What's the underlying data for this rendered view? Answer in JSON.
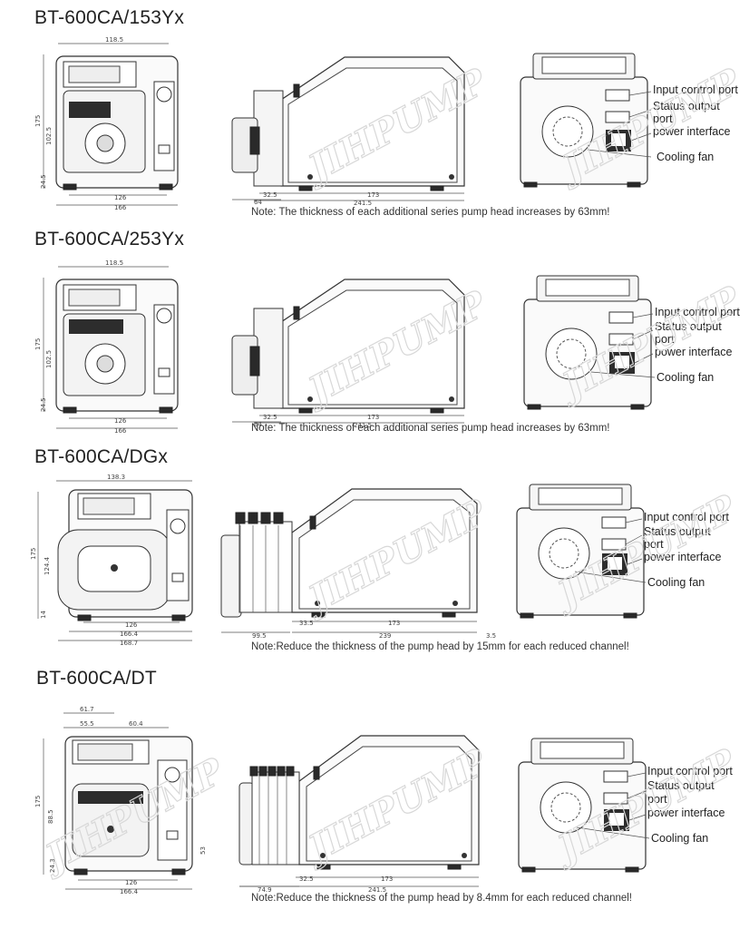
{
  "sections": [
    {
      "title": "BT-600CA/153Yx",
      "note": "Note: The thickness of each additional series pump head increases by 63mm!",
      "front_dims": {
        "top_width": "118.5",
        "height": "175",
        "inner_height": "102.5",
        "base": "24.5",
        "bottom1": "126",
        "bottom2": "166"
      },
      "side_dims": {
        "d1": "64",
        "d2": "32.5",
        "d3": "173",
        "d4": "241.5"
      },
      "ports": [
        "Input control port",
        "Status output",
        "port",
        "power interface",
        "Cooling fan"
      ]
    },
    {
      "title": "BT-600CA/253Yx",
      "note": "Note: The thickness of each additional series pump head increases by 63mm!",
      "front_dims": {
        "top_width": "118.5",
        "height": "175",
        "inner_height": "102.5",
        "base": "24.5",
        "bottom1": "126",
        "bottom2": "166"
      },
      "side_dims": {
        "d1": "64",
        "d2": "32.5",
        "d3": "173",
        "d4": "241.5"
      },
      "ports": [
        "Input control port",
        "Status output",
        "port",
        "power interface",
        "Cooling fan"
      ]
    },
    {
      "title": "BT-600CA/DGx",
      "note": "Note:Reduce the thickness of the pump head by 15mm for each reduced channel!",
      "front_dims": {
        "top_width": "138.3",
        "height": "175",
        "inner_height": "124.4",
        "base": "14",
        "bottom1": "126",
        "bottom2": "166.4",
        "bottom3": "168.7"
      },
      "side_dims": {
        "d1": "99.5",
        "d2": "33.5",
        "d3": "173",
        "d4": "239",
        "d5": "3.5"
      },
      "ports": [
        "Input control port",
        "Status output",
        "port",
        "power interface",
        "Cooling fan"
      ]
    },
    {
      "title": "BT-600CA/DT",
      "note": "Note:Reduce the thickness of the pump head by 8.4mm for each reduced channel!",
      "front_dims": {
        "top1": "61.7",
        "top2": "55.5",
        "top3": "60.4",
        "height": "175",
        "inner_height": "88.5",
        "base": "24.3",
        "right": "53",
        "bottom1": "126",
        "bottom2": "166.4"
      },
      "side_dims": {
        "d1": "74.9",
        "d2": "32.5",
        "d3": "173",
        "d4": "241.5"
      },
      "ports": [
        "Input control port",
        "Status output",
        "port",
        "power interface",
        "Cooling fan"
      ]
    }
  ],
  "watermark": "JIHPUMP",
  "watermark_mark": "®"
}
